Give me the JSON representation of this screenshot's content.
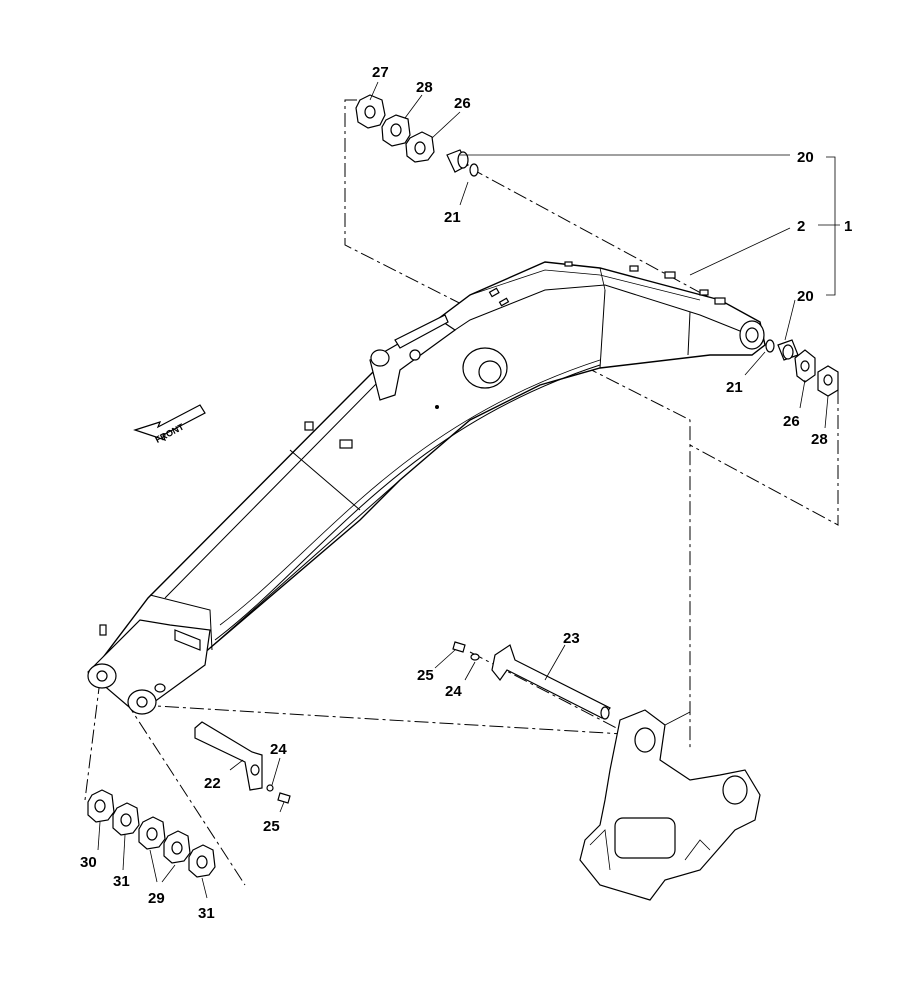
{
  "diagram": {
    "front_label": "FRONT",
    "callouts": {
      "c27": "27",
      "c28a": "28",
      "c26a": "26",
      "c20a": "20",
      "c21a": "21",
      "c2": "2",
      "c1": "1",
      "c20b": "20",
      "c21b": "21",
      "c26b": "26",
      "c28b": "28",
      "c23": "23",
      "c25a": "25",
      "c24a": "24",
      "c24b": "24",
      "c22": "22",
      "c25b": "25",
      "c30": "30",
      "c31a": "31",
      "c29": "29",
      "c31b": "31"
    }
  }
}
